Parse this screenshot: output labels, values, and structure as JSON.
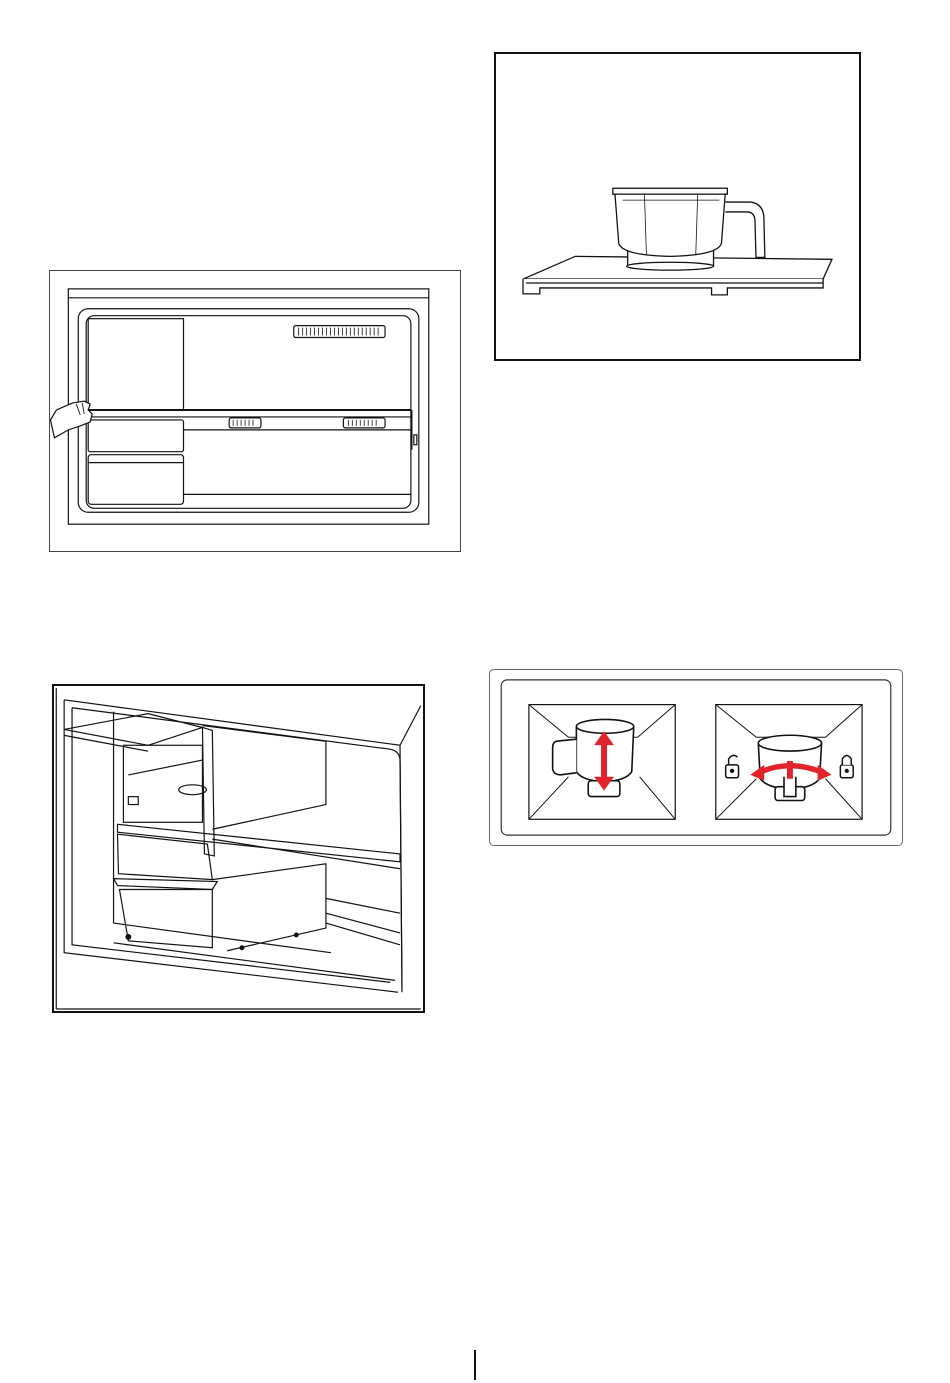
{
  "figures": [
    {
      "id": "fridge-front",
      "description_icon": "refrigerator-interior-front"
    },
    {
      "id": "jug-on-tray",
      "description_icon": "water-jug-on-shelf"
    },
    {
      "id": "fridge-perspective",
      "description_icon": "refrigerator-interior-perspective"
    },
    {
      "id": "jug-instructions",
      "description_icon": "jug-lift-and-twist-lock"
    }
  ],
  "colors": {
    "line": "#111111",
    "arrow": "#e3232b",
    "panel_border": "#666666"
  },
  "page_marker": ""
}
